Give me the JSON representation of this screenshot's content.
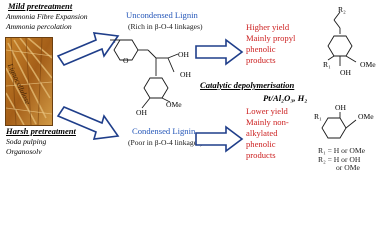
{
  "mild": {
    "title": "Mild pretreatment",
    "line1": "Ammonia Fibre Expansion",
    "line2": "Ammonia percolation"
  },
  "harsh": {
    "title": "Harsh pretreatment",
    "line1": "Soda pulping",
    "line2": "Organosolv"
  },
  "biomass": {
    "label": "Lignocellulose"
  },
  "uncondensed": {
    "title": "Uncondensed Lignin",
    "detail": "(Rich in β-O-4 linkages)"
  },
  "condensed": {
    "title": "Condensed Lignin",
    "detail": "(Poor in β-O-4 linkages)"
  },
  "process": {
    "title": "Catalytic depolymerisation",
    "conditions": "Pt/Al₂O₃, H₂"
  },
  "products_top": {
    "line1": "Higher yield",
    "line2": "Mainly propyl",
    "line3": "phenolic",
    "line4": "products"
  },
  "products_bottom": {
    "line1": "Lower yield",
    "line2": "Mainly non-",
    "line3": "alkylated",
    "line4": "phenolic",
    "line5": "products"
  },
  "substituents": {
    "r1": "R₁ = H or OMe",
    "r2a": "R₂ = H or OH",
    "r2b": "or OMe"
  },
  "struct_labels": {
    "oh": "OH",
    "ome": "OMe",
    "o": "O",
    "r1": "R₁",
    "r2": "R₂"
  },
  "colors": {
    "blue": "#2456b8",
    "red": "#cc1f1f",
    "text": "#1a1a1a"
  }
}
